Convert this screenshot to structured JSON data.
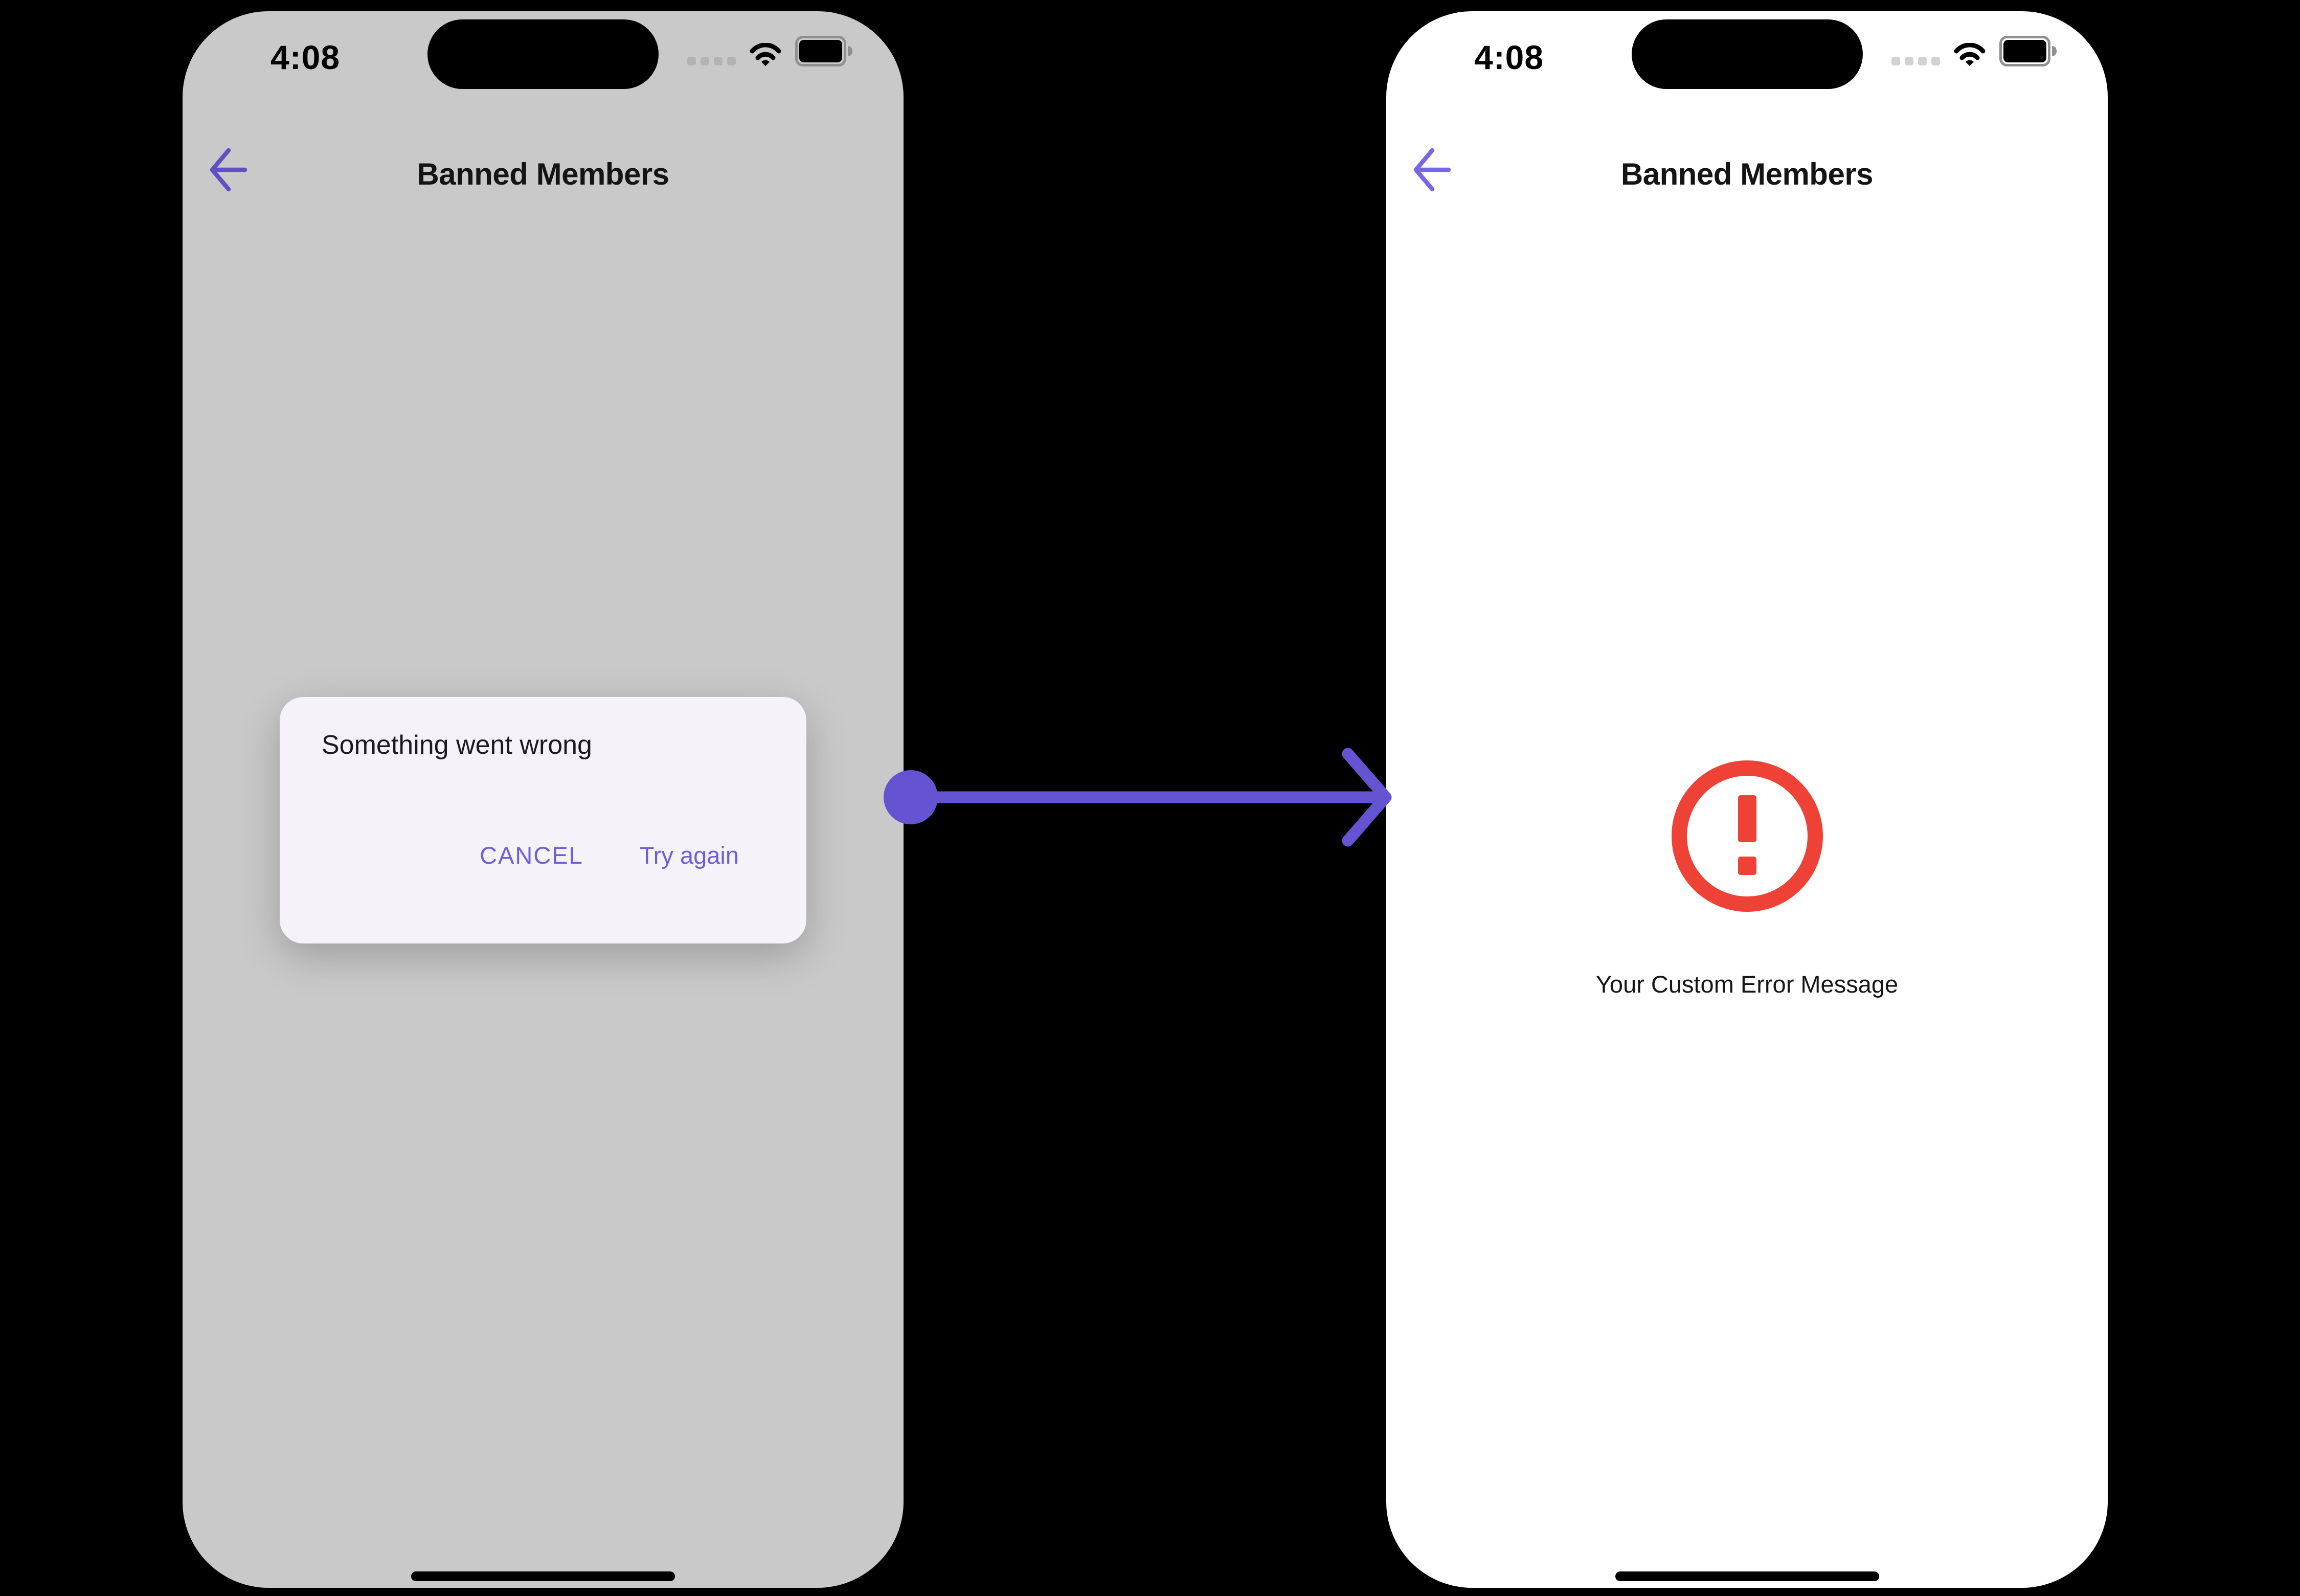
{
  "figure": {
    "description": "Two app states connected by a transition arrow",
    "connector": {
      "direction": "left-to-right",
      "color": "#6554D2"
    }
  },
  "left_phone": {
    "state": "error-dialog-dimmed",
    "status_bar": {
      "time": "4:08"
    },
    "header": {
      "title": "Banned Members"
    },
    "dialog": {
      "title": "Something went wrong",
      "cancel_label": "CANCEL",
      "try_again_label": "Try again"
    },
    "colors": {
      "screen_bg": "#C9C9C9",
      "dialog_bg": "#F5F2FA",
      "dialog_button_text": "#6F5ED8",
      "back_arrow": "#6050C4"
    }
  },
  "right_phone": {
    "state": "custom-error-view",
    "status_bar": {
      "time": "4:08"
    },
    "header": {
      "title": "Banned Members"
    },
    "error_view": {
      "message": "Your Custom Error Message"
    },
    "colors": {
      "screen_bg": "#FFFFFF",
      "error_icon": "#EE4236",
      "back_arrow": "#7667E8"
    }
  },
  "icons": {
    "back": "back-arrow-icon",
    "cellular": "cellular-signal-icon",
    "wifi": "wifi-icon",
    "battery": "battery-icon",
    "dynamic_island": "dynamic-island",
    "error": "error-exclamation-icon",
    "home": "home-indicator",
    "transition": "arrow-right-connector"
  }
}
